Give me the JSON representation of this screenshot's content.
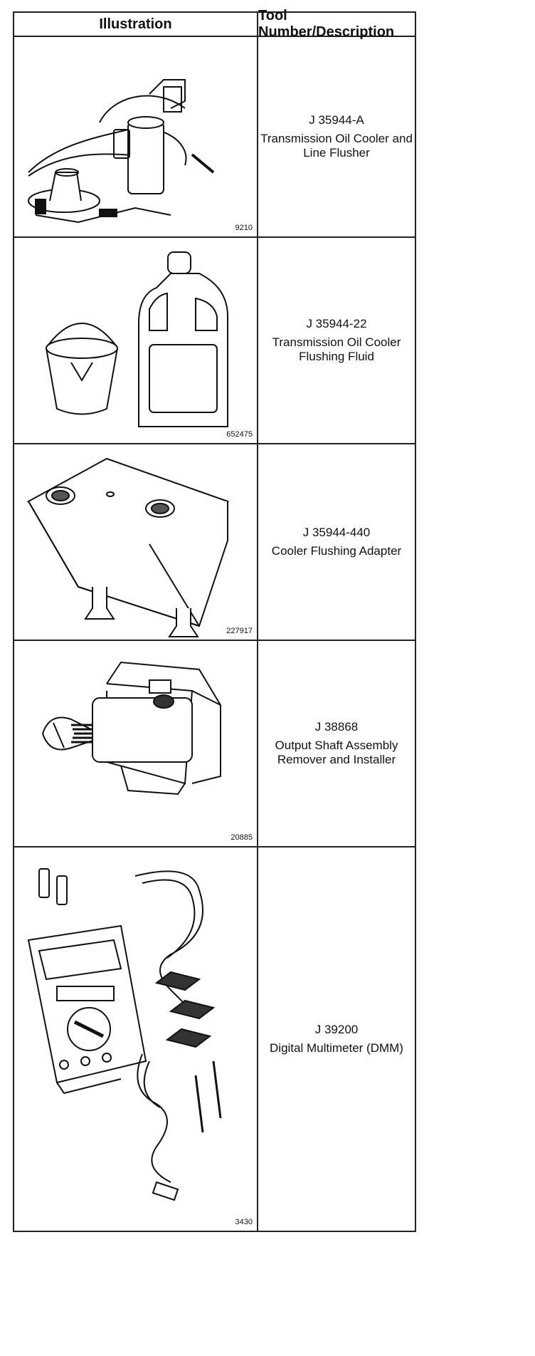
{
  "table": {
    "header": {
      "illustration": "Illustration",
      "tool": "Tool Number/Description"
    },
    "rows": [
      {
        "figure": "9210",
        "tool_number": "J 35944-A",
        "description": "Transmission Oil Cooler and\nLine Flusher",
        "icon": "oil-cooler-flusher-icon"
      },
      {
        "figure": "652475",
        "tool_number": "J 35944-22",
        "description": "Transmission Oil Cooler\nFlushing Fluid",
        "icon": "flushing-fluid-icon"
      },
      {
        "figure": "227917",
        "tool_number": "J 35944-440",
        "description": "Cooler Flushing Adapter",
        "icon": "flushing-adapter-icon"
      },
      {
        "figure": "20885",
        "tool_number": "J 38868",
        "description": "Output Shaft Assembly\nRemover and Installer",
        "icon": "output-shaft-tool-icon"
      },
      {
        "figure": "3430",
        "tool_number": "J 39200",
        "description": "Digital Multimeter (DMM)",
        "icon": "multimeter-icon"
      }
    ]
  }
}
